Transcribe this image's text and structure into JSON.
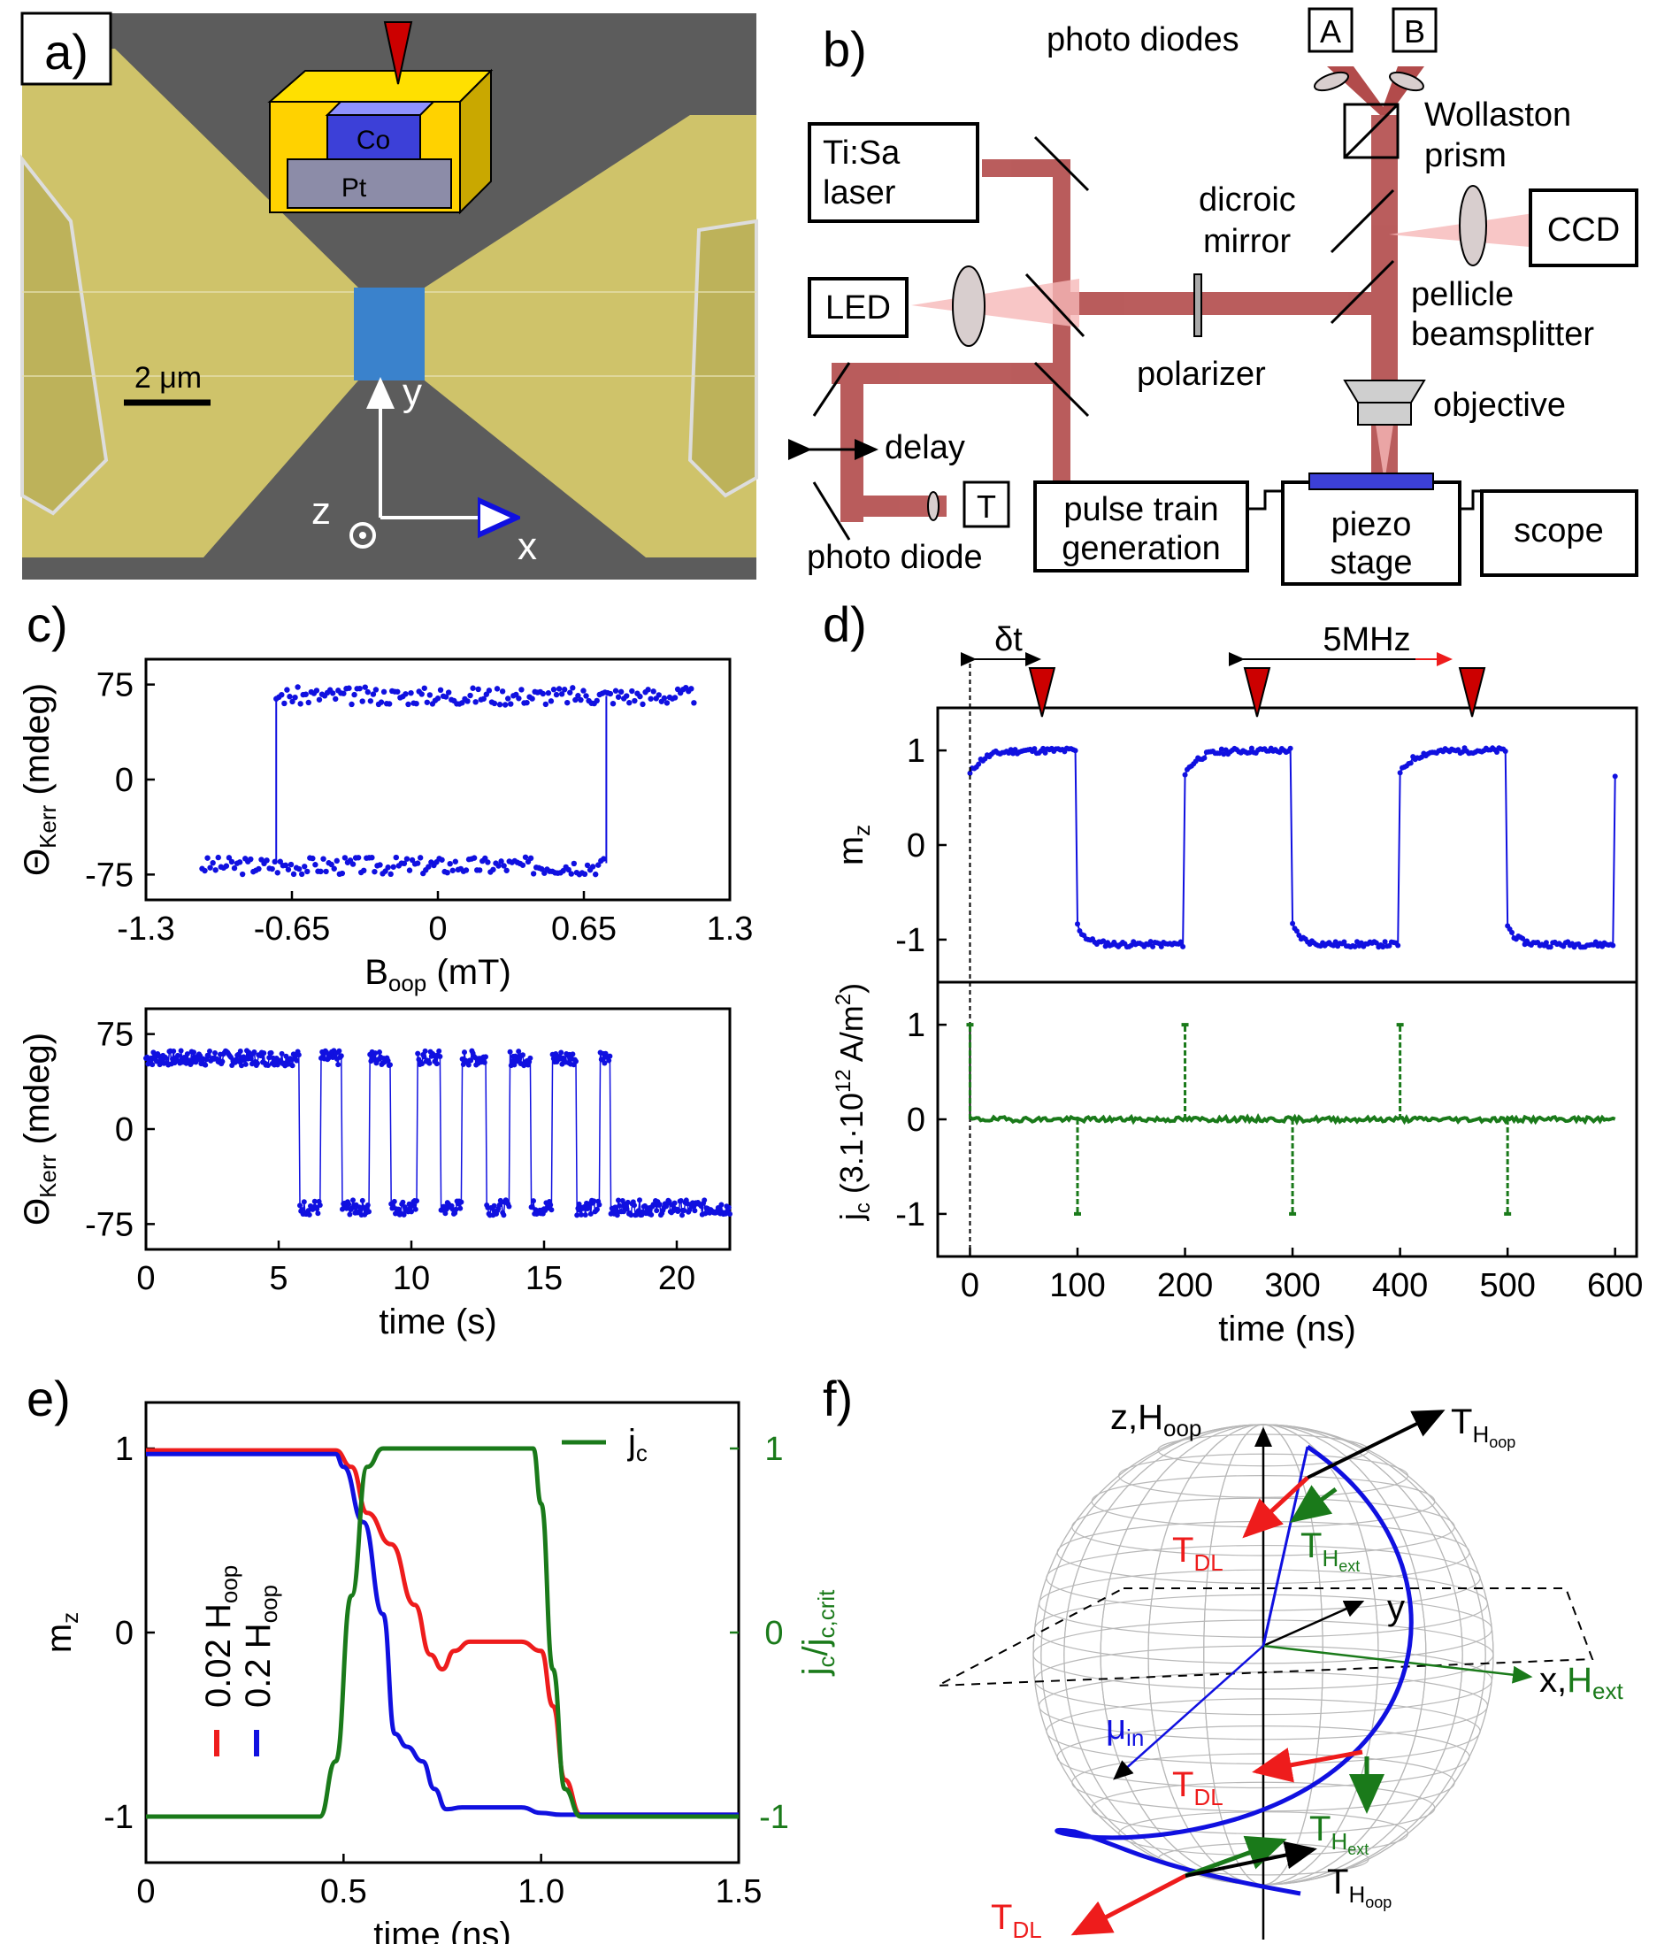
{
  "panels": {
    "a": {
      "label": "a)",
      "inset_top": "Co",
      "inset_bottom": "Pt",
      "scalebar": "2 μm",
      "axis_y": "y",
      "axis_x": "x",
      "axis_z": "z"
    },
    "b": {
      "label": "b)",
      "photodiodes": "photo diodes",
      "pd_a": "A",
      "pd_b": "B",
      "wollaston_1": "Wollaston",
      "wollaston_2": "prism",
      "laser_1": "Ti:Sa",
      "laser_2": "laser",
      "dicroic_1": "dicroic",
      "dicroic_2": "mirror",
      "ccd": "CCD",
      "led": "LED",
      "pellicle_1": "pellicle",
      "pellicle_2": "beamsplitter",
      "polarizer": "polarizer",
      "objective": "objective",
      "delay": "delay",
      "photo_diode": "photo diode",
      "t_box": "T",
      "pulse_1": "pulse train",
      "pulse_2": "generation",
      "piezo_1": "piezo",
      "piezo_2": "stage",
      "scope": "scope"
    },
    "c": {
      "label": "c)"
    },
    "d": {
      "label": "d)",
      "delta_t": "δt",
      "freq": "5MHz"
    },
    "e": {
      "label": "e)"
    },
    "f": {
      "label": "f)",
      "z_label": "z,H",
      "z_sub": "oop",
      "x_label": "x,",
      "x_h": "H",
      "x_sub": "ext",
      "y_label": "y",
      "t_hoop": "T",
      "t_hoop_sub": "H",
      "t_hoop_subsub": "oop",
      "tdl": "T",
      "tdl_sub": "DL",
      "t_hext": "T",
      "t_hext_sub": "H",
      "t_hext_subsub": "ext",
      "mu": "μ",
      "mu_sub": "in"
    }
  },
  "chart_data": [
    {
      "id": "c-top",
      "type": "line",
      "xlabel": "B",
      "xlabel_sub": "oop",
      "xlabel_unit": "(mT)",
      "ylabel": "Θ",
      "ylabel_sub": "Kerr",
      "ylabel_unit": "(mdeg)",
      "xlim": [
        -1.3,
        1.3
      ],
      "ylim": [
        -95,
        95
      ],
      "xticks": [
        "-1.3",
        "-0.65",
        "0",
        "0.65",
        "1.3"
      ],
      "xtick_values": [
        -1.3,
        -0.65,
        0,
        0.65,
        1.3
      ],
      "yticks": [
        "75",
        "0",
        "-75"
      ],
      "ytick_values": [
        75,
        0,
        -75
      ],
      "series": [
        {
          "color": "#1010e0",
          "x": [
            -1.05,
            -0.72,
            -0.72,
            0.0,
            0.72,
            1.15,
            1.15,
            0.75,
            0.75,
            0.0,
            -0.72,
            -1.05
          ],
          "y": [
            -63,
            -63,
            65,
            68,
            65,
            65,
            65,
            65,
            -66,
            -70,
            -66,
            -63
          ]
        }
      ],
      "lower_branch_x": [
        -1.05,
        0.75
      ],
      "upper_branch_x": [
        -0.72,
        1.15
      ],
      "switch_down": -0.72,
      "switch_up": 0.75
    },
    {
      "id": "c-bottom",
      "type": "line",
      "xlabel": "time (s)",
      "ylabel": "Θ",
      "ylabel_sub": "Kerr",
      "ylabel_unit": "(mdeg)",
      "xlim": [
        0,
        22
      ],
      "ylim": [
        -95,
        95
      ],
      "xticks": [
        "0",
        "5",
        "10",
        "15",
        "20"
      ],
      "xtick_values": [
        0,
        5,
        10,
        15,
        20
      ],
      "yticks": [
        "75",
        "0",
        "-75"
      ],
      "ytick_values": [
        75,
        0,
        -75
      ],
      "series": [
        {
          "color": "#1010e0",
          "switch_times": [
            5.8,
            6.6,
            7.4,
            8.4,
            9.2,
            10.2,
            11.1,
            11.9,
            12.8,
            13.7,
            14.5,
            15.3,
            16.2,
            17.1,
            17.5
          ],
          "high": 56,
          "low": -62
        }
      ]
    },
    {
      "id": "d-top",
      "type": "line",
      "xlabel": "time (ns)",
      "ylabel": "m",
      "ylabel_sub": "z",
      "xlim": [
        -30,
        620
      ],
      "ylim": [
        -1.45,
        1.45
      ],
      "xticks": [
        "0",
        "100",
        "200",
        "300",
        "400",
        "500",
        "600"
      ],
      "xtick_values": [
        0,
        100,
        200,
        300,
        400,
        500,
        600
      ],
      "yticks": [
        "1",
        "0",
        "-1"
      ],
      "ytick_values": [
        1,
        0,
        -1
      ],
      "series": [
        {
          "color": "#1010e0",
          "period": 200,
          "high_duration": 100,
          "start": 0,
          "end": 600,
          "high": 1.0,
          "low": -1.05
        }
      ],
      "probe_times": [
        67,
        267,
        467
      ]
    },
    {
      "id": "d-bottom",
      "type": "line",
      "xlabel": "time (ns)",
      "ylabel": "j",
      "ylabel_sub": "c",
      "ylabel_unit": "(3.1·10",
      "ylabel_exp": "12",
      "ylabel_unit2": " A/m",
      "ylabel_exp2": "2",
      "ylabel_close": ")",
      "xlim": [
        -30,
        620
      ],
      "ylim": [
        -1.45,
        1.45
      ],
      "xticks": [
        "0",
        "100",
        "200",
        "300",
        "400",
        "500",
        "600"
      ],
      "xtick_values": [
        0,
        100,
        200,
        300,
        400,
        500,
        600
      ],
      "yticks": [
        "1",
        "0",
        "-1"
      ],
      "ytick_values": [
        1,
        0,
        -1
      ],
      "series": [
        {
          "color": "#1a7a1a",
          "positive_pulses": [
            0,
            200,
            400
          ],
          "negative_pulses": [
            100,
            300,
            500
          ],
          "amplitude": 1.0
        }
      ]
    },
    {
      "id": "e",
      "type": "line",
      "xlabel": "time (ns)",
      "ylabel": "m",
      "ylabel_sub": "z",
      "y2label": "j",
      "y2label_sub": "c",
      "y2label_mid": "/j",
      "y2label_sub2": "c,crit",
      "xlim": [
        0,
        1.5
      ],
      "ylim": [
        -1.25,
        1.25
      ],
      "xticks": [
        "0",
        "0.5",
        "1.0",
        "1.5"
      ],
      "xtick_values": [
        0,
        0.5,
        1.0,
        1.5
      ],
      "yticks": [
        "1",
        "0",
        "-1"
      ],
      "ytick_values": [
        1,
        0,
        -1
      ],
      "y2ticks": [
        "1",
        "0",
        "-1"
      ],
      "legend_jc": "j",
      "legend_jc_sub": "c",
      "legend_red": "0.02 H",
      "legend_red_sub": "oop",
      "legend_blue": "0.2 H",
      "legend_blue_sub": "oop",
      "series": [
        {
          "name": "0.02 H_oop",
          "color": "#ee1c1c",
          "x": [
            0,
            0.48,
            0.52,
            0.56,
            0.62,
            0.68,
            0.72,
            0.75,
            0.78,
            0.82,
            0.88,
            0.95,
            1.0,
            1.03,
            1.06,
            1.1,
            1.5
          ],
          "y": [
            0.99,
            0.99,
            0.9,
            0.65,
            0.48,
            0.15,
            -0.12,
            -0.2,
            -0.1,
            -0.05,
            -0.05,
            -0.05,
            -0.1,
            -0.4,
            -0.8,
            -0.99,
            -0.99
          ]
        },
        {
          "name": "0.2 H_oop",
          "color": "#1010e0",
          "x": [
            0,
            0.48,
            0.5,
            0.55,
            0.6,
            0.63,
            0.66,
            0.7,
            0.73,
            0.76,
            0.8,
            0.85,
            0.9,
            0.95,
            1.0,
            1.05,
            1.5
          ],
          "y": [
            0.97,
            0.97,
            0.9,
            0.6,
            0.1,
            -0.55,
            -0.62,
            -0.7,
            -0.85,
            -0.96,
            -0.95,
            -0.95,
            -0.95,
            -0.95,
            -0.98,
            -0.99,
            -0.99
          ]
        },
        {
          "name": "j_c",
          "color": "#1a7a1a",
          "x": [
            0,
            0.44,
            0.48,
            0.52,
            0.56,
            0.6,
            0.98,
            1.0,
            1.03,
            1.06,
            1.1,
            1.5
          ],
          "y": [
            -1,
            -1,
            -0.7,
            0.2,
            0.9,
            1,
            1,
            0.7,
            -0.2,
            -0.85,
            -1,
            -1
          ]
        }
      ]
    }
  ]
}
